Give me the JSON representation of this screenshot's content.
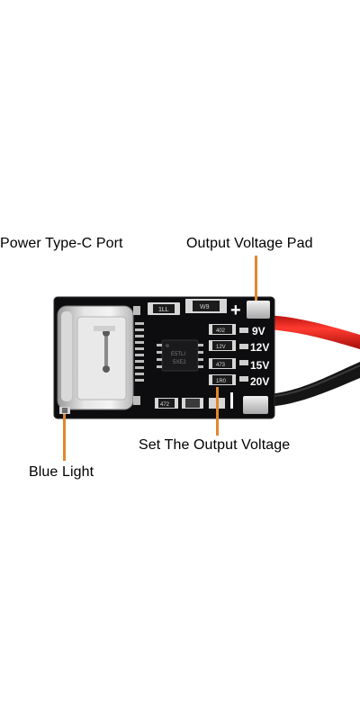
{
  "labels": {
    "power_port": "Power Type-C Port",
    "output_pad": "Output Voltage Pad",
    "set_voltage": "Set The Output Voltage",
    "blue_light": "Blue Light"
  },
  "silkscreen": {
    "v9": "9V",
    "v12": "12V",
    "v15": "15V",
    "v20": "20V",
    "plus": "+",
    "r1": "1LL",
    "r2": "402",
    "r3": "12V",
    "r4": "473",
    "r5": "1R0",
    "r6": "472",
    "diode": "W9",
    "chip_top": "E5TLI",
    "chip_bot": "5XE2"
  },
  "colors": {
    "board": "#0d0d0f",
    "pad": "#c9c9c9",
    "leader": "#e0882d",
    "wire_red": "#e3231c",
    "wire_black": "#141414"
  }
}
